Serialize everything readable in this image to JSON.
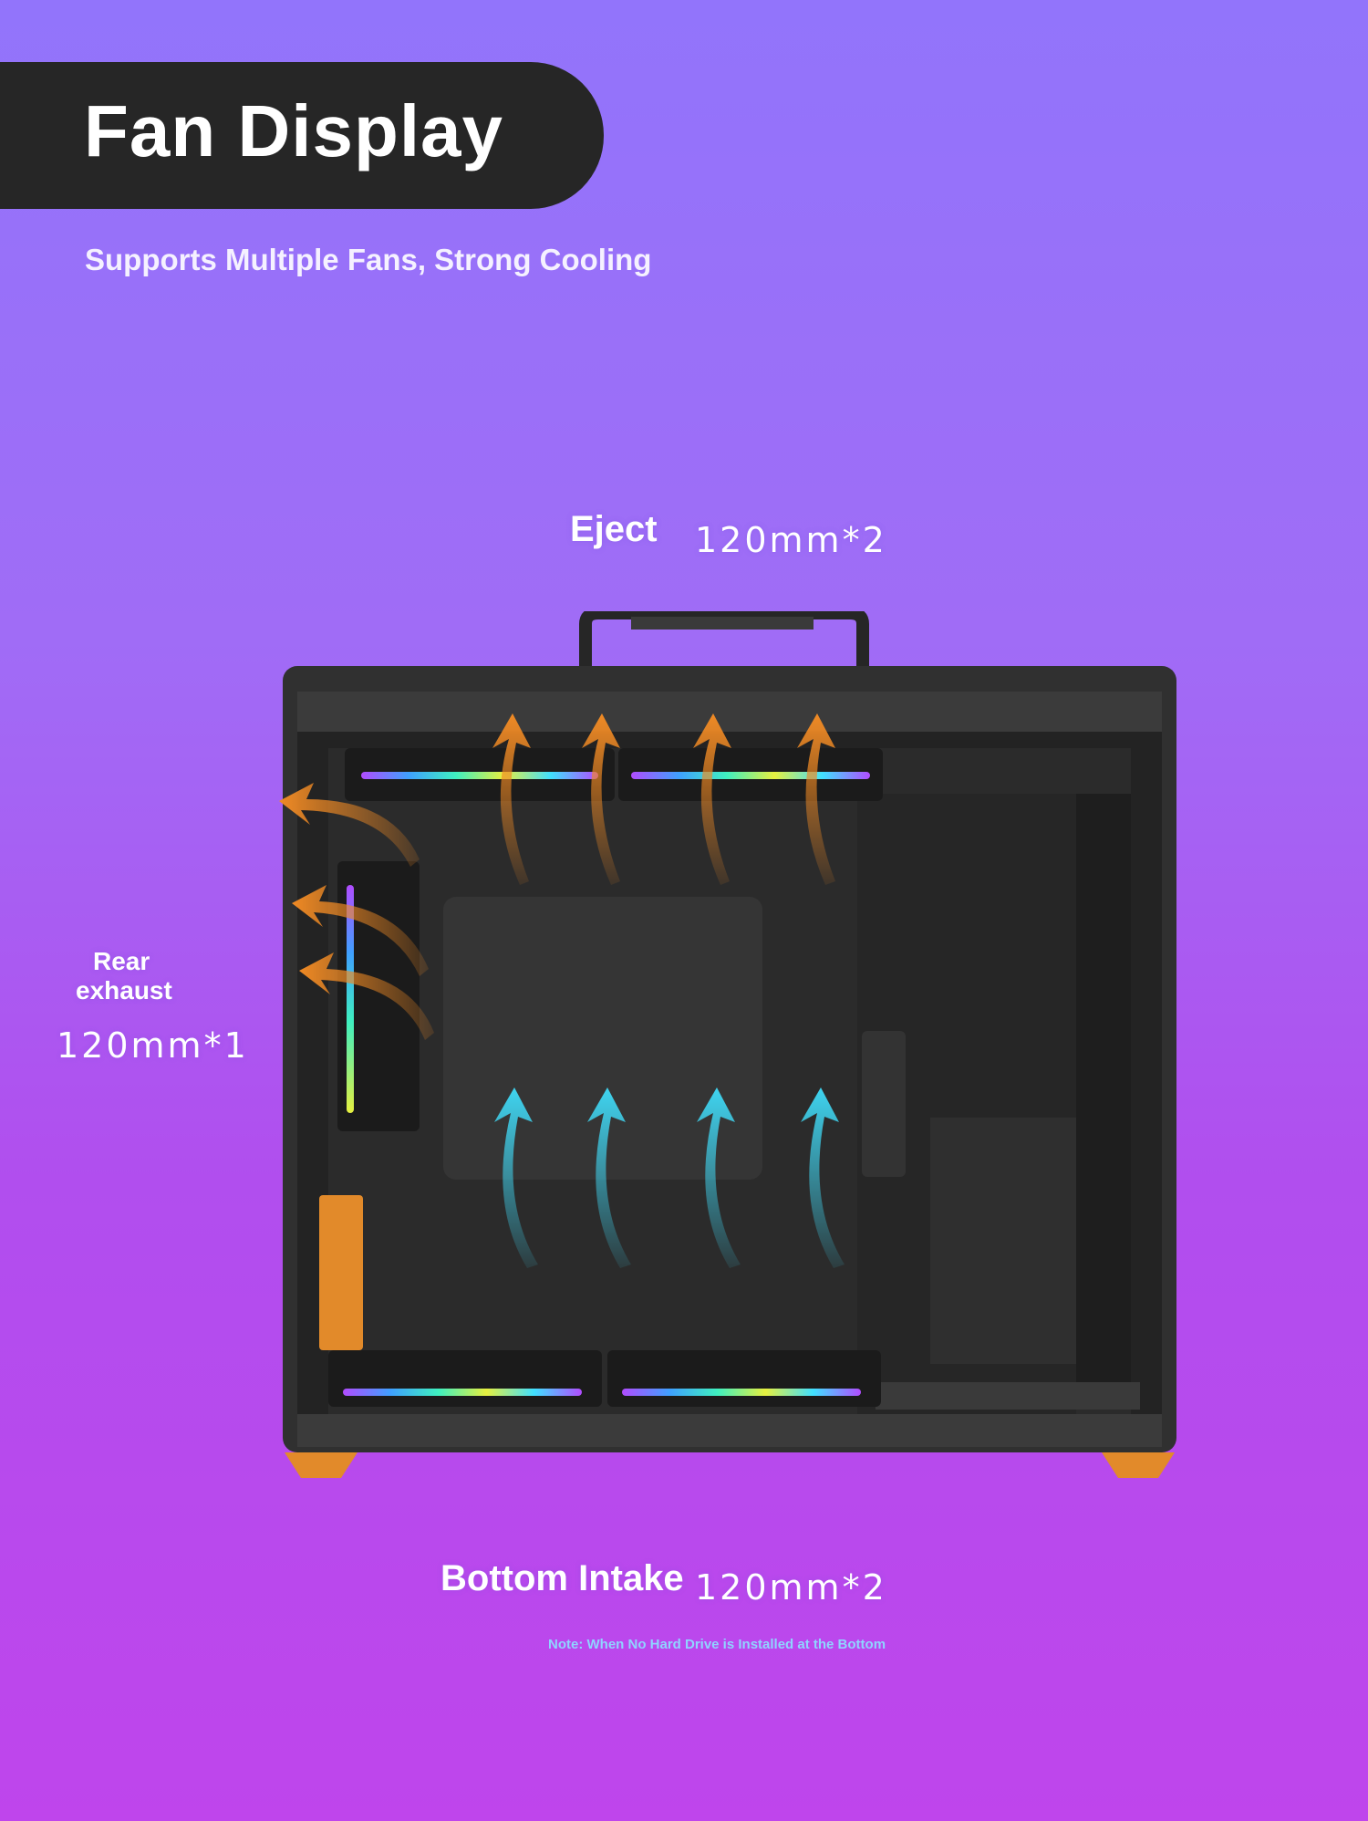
{
  "header": {
    "title": "Fan Display",
    "subtitle": "Supports Multiple Fans, Strong Cooling"
  },
  "labels": {
    "eject_name": "Eject",
    "eject_spec": "120mm*2",
    "rear_name_line1": "Rear",
    "rear_name_line2": "exhaust",
    "rear_spec": "120mm*1",
    "bottom_name": "Bottom Intake",
    "bottom_spec": "120mm*2",
    "note": "Note: When No Hard Drive is Installed at the Bottom"
  },
  "colors": {
    "background_top": "#9274fb",
    "background_bottom": "#bf45ec",
    "banner": "#262626",
    "case_body": "#2d2d2d",
    "case_feet": "#e28a2a",
    "exhaust_arrows": "#f08a24",
    "intake_arrows": "#3fd4f0",
    "note": "#8fd4ff"
  },
  "icons": {
    "exhaust_arrow": "orange-curved-up-arrow-icon",
    "intake_arrow": "cyan-curved-up-arrow-icon",
    "rear_arrow": "orange-curved-left-arrow-icon"
  }
}
